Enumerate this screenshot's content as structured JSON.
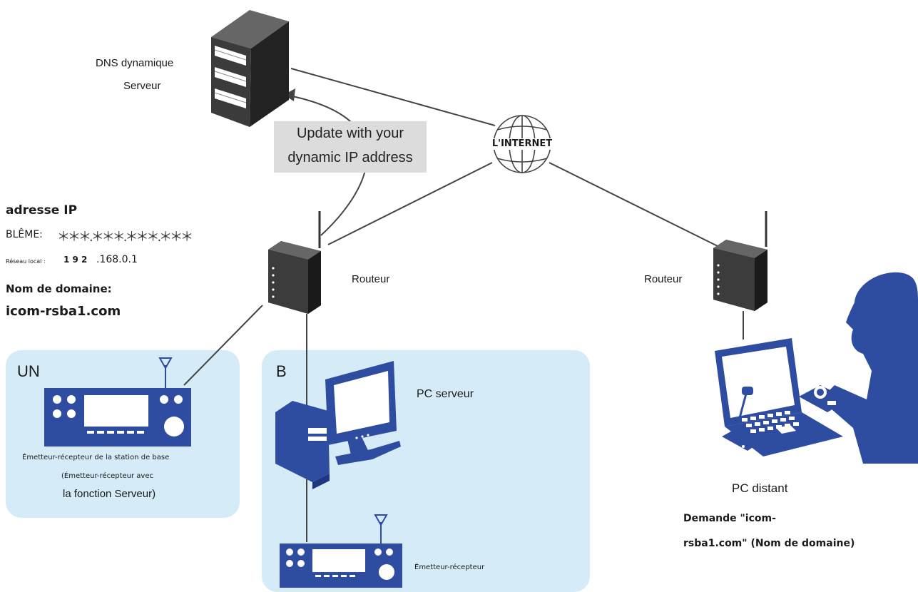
{
  "dns_server": {
    "line1": "DNS dynamique",
    "line2": "Serveur"
  },
  "callout": {
    "line1": "Update with your",
    "line2": "dynamic IP address"
  },
  "internet": {
    "label": "L'INTERNET"
  },
  "ip_info": {
    "heading": "adresse IP",
    "wan_label": "BLÊME:",
    "wan_value": "＊＊＊.＊＊＊.＊＊＊.＊＊＊",
    "lan_label": "Réseau local :",
    "lan_value_bold": "1 9 2",
    "lan_value_rest": ".168.0.1",
    "domain_label": "Nom de domaine:",
    "domain_value": "icom-rsba1.com"
  },
  "router_left": {
    "label": "Routeur"
  },
  "router_right": {
    "label": "Routeur"
  },
  "panel_a": {
    "tag": "UN",
    "caption1": "Émetteur-récepteur de la station de base",
    "caption2": "(Émetteur-récepteur avec",
    "caption3": "la fonction Serveur)"
  },
  "panel_b": {
    "tag": "B",
    "pc_label": "PC serveur",
    "radio_label": "Émetteur-récepteur"
  },
  "remote": {
    "label": "PC distant",
    "request1": "Demande \"icom-",
    "request2": "rsba1.com\" (Nom de domaine)"
  },
  "colors": {
    "device_blue": "#2e4da0",
    "panel_bg": "#d5ecf8",
    "router_gray": "#3a3a3a",
    "callout_bg": "#dcdcdc"
  }
}
